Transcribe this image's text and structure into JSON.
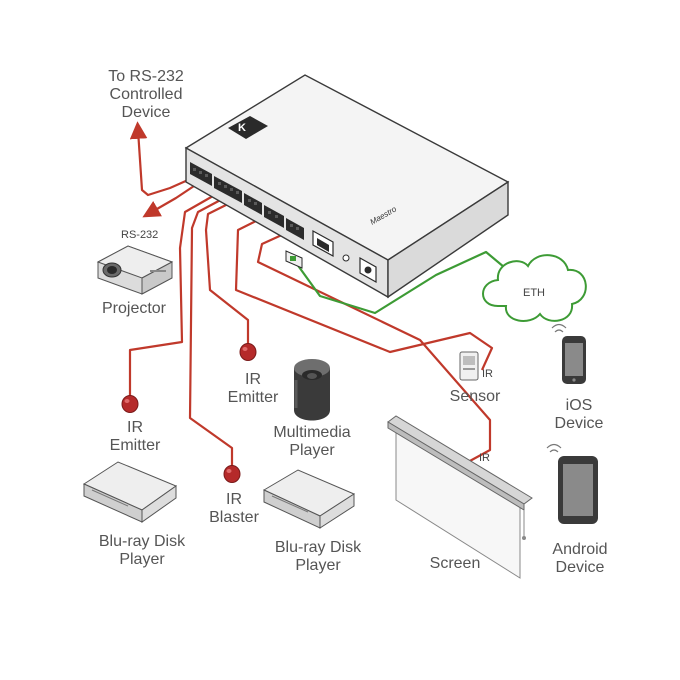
{
  "colors": {
    "control_cable": "#c0392b",
    "ethernet_cable": "#3d9b35",
    "device_body": "#e9e9e9",
    "device_top": "#f4f4f4",
    "outline": "#3a3a3a",
    "label_text": "#555555"
  },
  "controller": {
    "brand_mark": "K",
    "device_text": "Maestro",
    "icon": "control-gateway-icon"
  },
  "labels": {
    "rs232_controlled_device": [
      "To RS-232",
      "Controlled",
      "Device"
    ],
    "rs232_projector": "RS-232",
    "projector": "Projector",
    "ir_emitter_left": [
      "IR",
      "Emitter"
    ],
    "ir_emitter_middle": [
      "IR",
      "Emitter"
    ],
    "ir_blaster": [
      "IR",
      "Blaster"
    ],
    "multimedia_player": [
      "Multimedia",
      "Player"
    ],
    "bluray_left": [
      "Blu-ray Disk",
      "Player"
    ],
    "bluray_right": [
      "Blu-ray Disk",
      "Player"
    ],
    "eth": "ETH",
    "sensor_ir": "IR",
    "sensor": "Sensor",
    "screen_ir": "IR",
    "screen": "Screen",
    "ios_device": [
      "iOS",
      "Device"
    ],
    "android_device": [
      "Android",
      "Device"
    ]
  },
  "icons": {
    "projector": "projector-icon",
    "multimedia_player": "multimedia-player-icon",
    "bluray_left": "bluray-player-icon",
    "bluray_right": "bluray-player-icon",
    "sensor": "sensor-icon",
    "screen": "projection-screen-icon",
    "ios": "iphone-icon",
    "android": "android-tablet-icon",
    "cloud": "ethernet-cloud-icon"
  }
}
